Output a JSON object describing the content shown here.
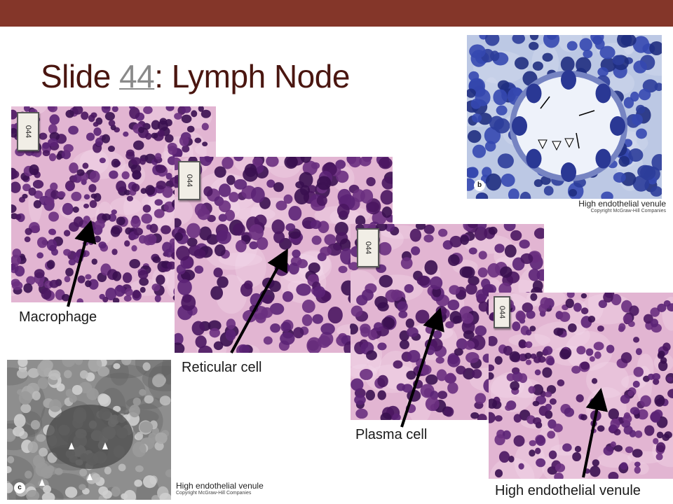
{
  "slide": {
    "title_prefix": "Slide ",
    "title_link": "44",
    "title_suffix": ": Lymph Node"
  },
  "slide_tag_text": "044",
  "labels": {
    "macrophage": "Macrophage",
    "reticular_cell": "Reticular cell",
    "plasma_cell": "Plasma cell",
    "hev_main": "High endothelial venule"
  },
  "credits": {
    "top_right": {
      "caption": "High endothelial venule",
      "copyright": "Copyright McGraw-Hill Companies"
    },
    "bottom_left": {
      "caption": "High endothelial venule",
      "copyright": "Copyright McGraw-Hill Companies"
    }
  },
  "panel_letters": {
    "b": "b",
    "c": "c"
  },
  "colors": {
    "top_bar": "#843629",
    "title": "#4a1610",
    "link": "#8a8a8a",
    "he_background": "#e2b5d2",
    "nucleus": "#4a1660",
    "toluidine_background": "#bcc8e4",
    "sem_background": "#8e8e8e"
  }
}
